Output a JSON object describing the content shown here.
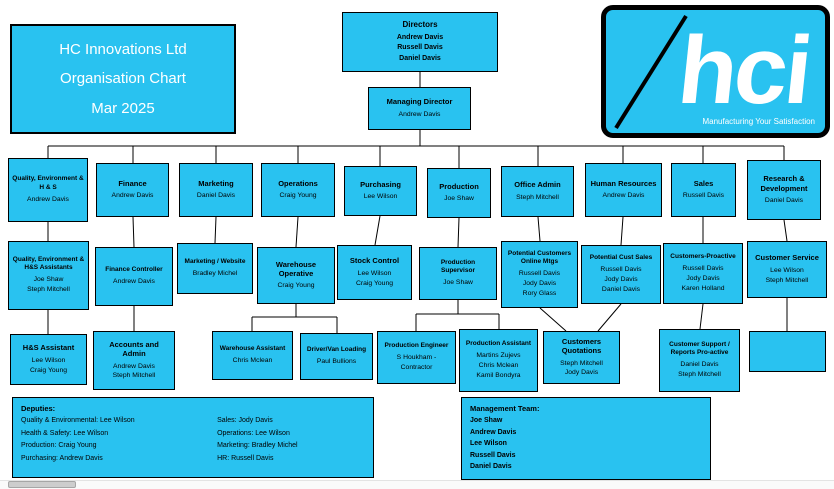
{
  "page": {
    "title_lines": [
      "HC Innovations Ltd",
      "Organisation Chart",
      "Mar 2025"
    ]
  },
  "logo": {
    "text": "hci",
    "tagline": "Manufacturing Your Satisfaction"
  },
  "colors": {
    "box_fill": "#29c2f0",
    "box_border": "#000000",
    "connector": "#000000",
    "title_text": "#ffffff"
  },
  "org": {
    "directors": {
      "title": "Directors",
      "names": [
        "Andrew Davis",
        "Russell Davis",
        "Daniel Davis"
      ]
    },
    "managing_director": {
      "title": "Managing Director",
      "names": [
        "Andrew Davis"
      ]
    },
    "tier2": [
      {
        "title": "Quality, Environment & H & S",
        "names": [
          "Andrew Davis"
        ]
      },
      {
        "title": "Finance",
        "names": [
          "Andrew Davis"
        ]
      },
      {
        "title": "Marketing",
        "names": [
          "Daniel Davis"
        ]
      },
      {
        "title": "Operations",
        "names": [
          "Craig Young"
        ]
      },
      {
        "title": "Purchasing",
        "names": [
          "Lee Wilson"
        ]
      },
      {
        "title": "Production",
        "names": [
          "Joe Shaw"
        ]
      },
      {
        "title": "Office Admin",
        "names": [
          "Steph Mitchell"
        ]
      },
      {
        "title": "Human Resources",
        "names": [
          "Andrew Davis"
        ]
      },
      {
        "title": "Sales",
        "names": [
          "Russell Davis"
        ]
      },
      {
        "title": "Research & Development",
        "names": [
          "Daniel Davis"
        ]
      }
    ],
    "tier3": [
      {
        "title": "Quality, Environment & H&S Assistants",
        "names": [
          "Joe Shaw",
          "Steph Mitchell"
        ]
      },
      {
        "title": "Finance Controller",
        "names": [
          "Andrew Davis"
        ]
      },
      {
        "title": "Marketing / Website",
        "names": [
          "Bradley Michel"
        ]
      },
      {
        "title": "Warehouse Operative",
        "names": [
          "Craig Young"
        ]
      },
      {
        "title": "Stock Control",
        "names": [
          "Lee Wilson",
          "Craig Young"
        ]
      },
      {
        "title": "Production Supervisor",
        "names": [
          "Joe Shaw"
        ]
      },
      {
        "title": "Potential Customers\nOnline Mtgs",
        "names": [
          "Russell Davis",
          "Jody Davis",
          "Rory Glass"
        ]
      },
      {
        "title": "Potential Cust Sales",
        "names": [
          "Russell Davis",
          "Jody Davis",
          "Daniel Davis"
        ]
      },
      {
        "title": "Customers-Proactive",
        "names": [
          "Russell Davis",
          "Jody Davis",
          "Karen Holland"
        ]
      },
      {
        "title": "Customer Service",
        "names": [
          "Lee Wilson",
          "Steph Mitchell"
        ]
      }
    ],
    "tier4": [
      {
        "title": "H&S Assistant",
        "names": [
          "Lee Wilson",
          "Craig Young"
        ]
      },
      {
        "title": "Accounts and Admin",
        "names": [
          "Andrew Davis",
          "Steph Mitchell"
        ]
      },
      {
        "title": "Warehouse Assistant",
        "names": [
          "Chris Mclean"
        ]
      },
      {
        "title": "Driver/Van Loading",
        "names": [
          "Paul Bullions"
        ]
      },
      {
        "title": "Production Engineer",
        "names": [
          "S Houkham -",
          "Contractor"
        ]
      },
      {
        "title": "Production Assistant",
        "names": [
          "Martins Zujevs",
          "Chris Mclean",
          "Kamil Bondyra"
        ]
      },
      {
        "title": "Customers Quotations",
        "names": [
          "Steph Mitchell",
          "Jody Davis"
        ]
      },
      {
        "title": "Customer Support /\nReports Pro-active",
        "names": [
          "Daniel Davis",
          "Steph Mitchell"
        ]
      },
      {
        "title": "",
        "names": []
      }
    ]
  },
  "deputies": {
    "title": "Deputies:",
    "left": [
      "Quality & Environmental: Lee Wilson",
      "Health & Safety: Lee Wilson",
      "Production: Craig Young",
      "Purchasing: Andrew Davis"
    ],
    "right": [
      "Sales: Jody Davis",
      "Operations: Lee Wilson",
      "Marketing: Bradley Michel",
      "HR: Russell Davis"
    ]
  },
  "management_team": {
    "title": "Management Team:",
    "names": [
      "Joe Shaw",
      "Andrew Davis",
      "Lee Wilson",
      "Russell Davis",
      "Daniel Davis"
    ]
  }
}
